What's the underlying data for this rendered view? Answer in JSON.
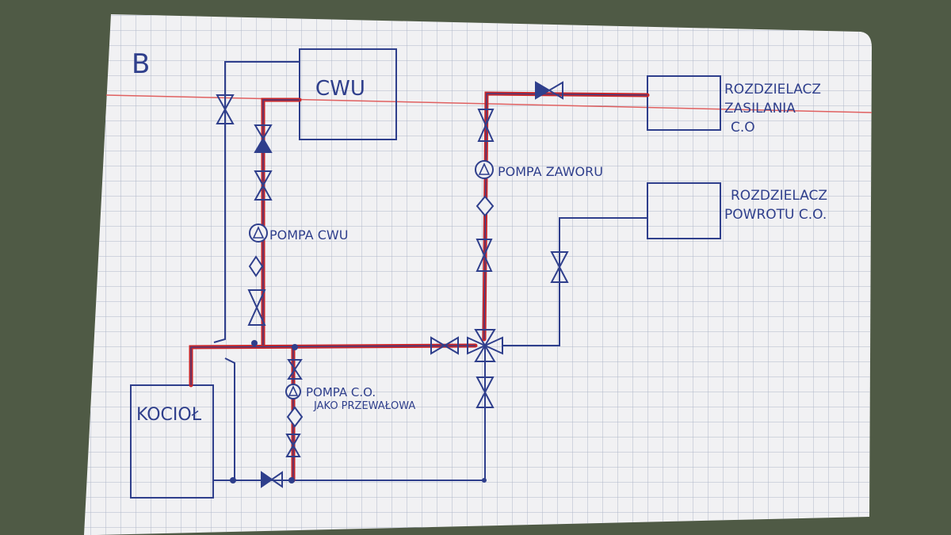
{
  "sheet": {
    "corner_label": "B"
  },
  "components": {
    "cwu_tank": "CWU",
    "boiler": "KOCIOŁ",
    "supply_manifold": [
      "ROZDZIELACZ",
      "ZASILANIA",
      "C.O"
    ],
    "return_manifold": [
      "ROZDZIELACZ",
      "POWROTU C.O."
    ]
  },
  "pumps": {
    "cwu": "POMPA CWU",
    "mixing_valve": "POMPA ZAWORU",
    "ch": [
      "POMPA C.O.",
      "JAKO PRZEWAŁOWA"
    ]
  },
  "colors": {
    "ink": "#2f3f8c",
    "hot_pipe": "#c8262a",
    "paper": "#f1f1f3",
    "grid": "#aeb6c8",
    "margin_line": "#e06060"
  }
}
